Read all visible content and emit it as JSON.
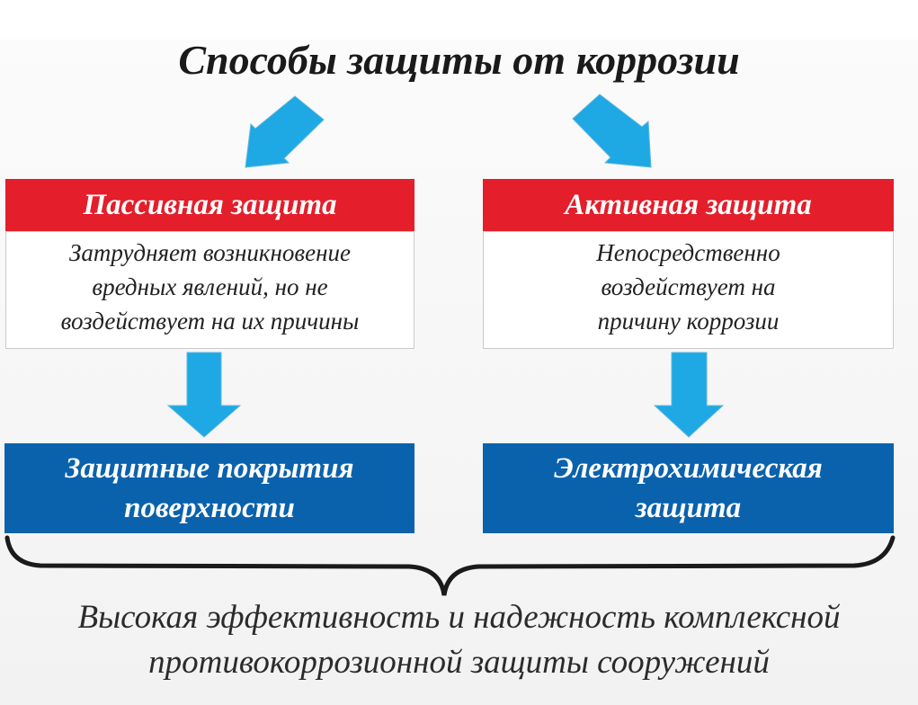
{
  "title": "Способы защиты от коррозии",
  "left": {
    "header": "Пассивная защита",
    "description_lines": [
      "Затрудняет возникновение",
      "вредных явлений, но не",
      "воздействует на их причины"
    ],
    "method_lines": [
      "Защитные покрытия",
      "поверхности"
    ]
  },
  "right": {
    "header": "Активная защита",
    "description_lines": [
      "Непосредственно",
      "воздействует на",
      "причину коррозии"
    ],
    "method_lines": [
      "Электрохимическая",
      "защита"
    ]
  },
  "conclusion_lines": [
    "Высокая эффективность и надежность комплексной",
    "противокоррозионной защиты сооружений"
  ],
  "colors": {
    "header_red": "#e41e2a",
    "method_blue": "#0a62ad",
    "arrow_blue": "#1ea8e4"
  }
}
